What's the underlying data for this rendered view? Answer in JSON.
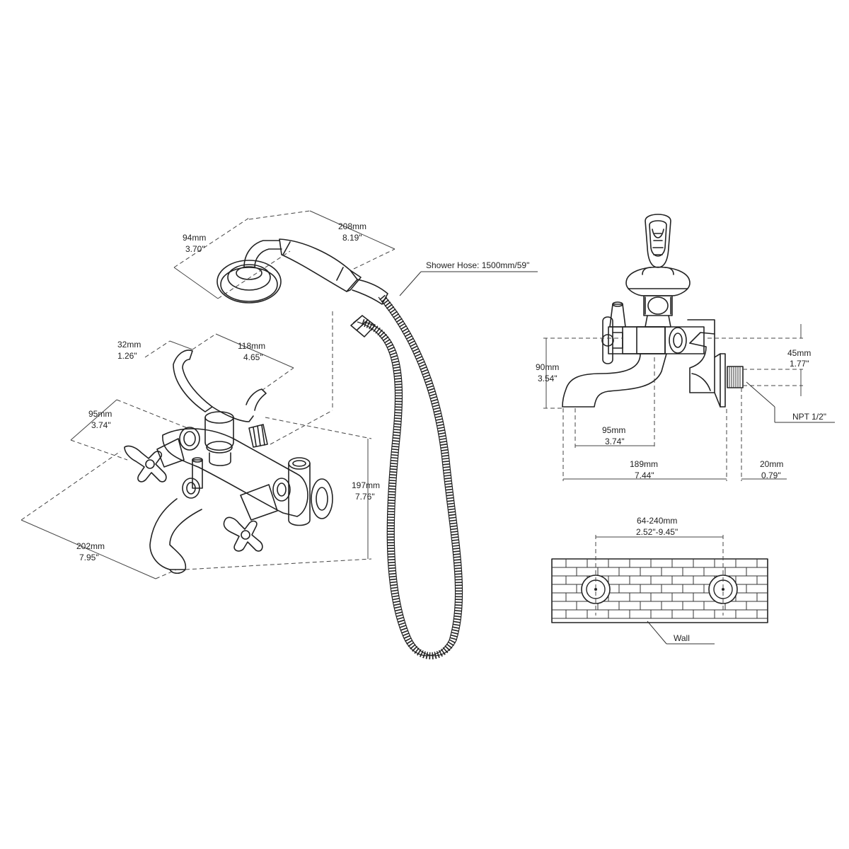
{
  "labels": {
    "head_w_mm": "94mm",
    "head_w_in": "3.70\"",
    "handle_len_mm": "208mm",
    "handle_len_in": "8.19\"",
    "hose": "Shower Hose: 1500mm/59\"",
    "cradle_w_mm": "32mm",
    "cradle_w_in": "1.26\"",
    "cradle_len_mm": "118mm",
    "cradle_len_in": "4.65\"",
    "valve_depth_mm": "95mm",
    "valve_depth_in": "3.74\"",
    "height_mm": "197mm",
    "height_in": "7.76\"",
    "width_mm": "202mm",
    "width_in": "7.95\"",
    "side_h_mm": "90mm",
    "side_h_in": "3.54\"",
    "inlet_h_mm": "45mm",
    "inlet_h_in": "1.77\"",
    "npt": "NPT 1/2\"",
    "side_spout_mm": "95mm",
    "side_spout_in": "3.74\"",
    "side_proj_mm": "189mm",
    "side_proj_in": "7.44\"",
    "flange_mm": "20mm",
    "flange_in": "0.79\"",
    "centers_mm": "64-240mm",
    "centers_in": "2.52\"-9.45\"",
    "wall": "Wall"
  }
}
